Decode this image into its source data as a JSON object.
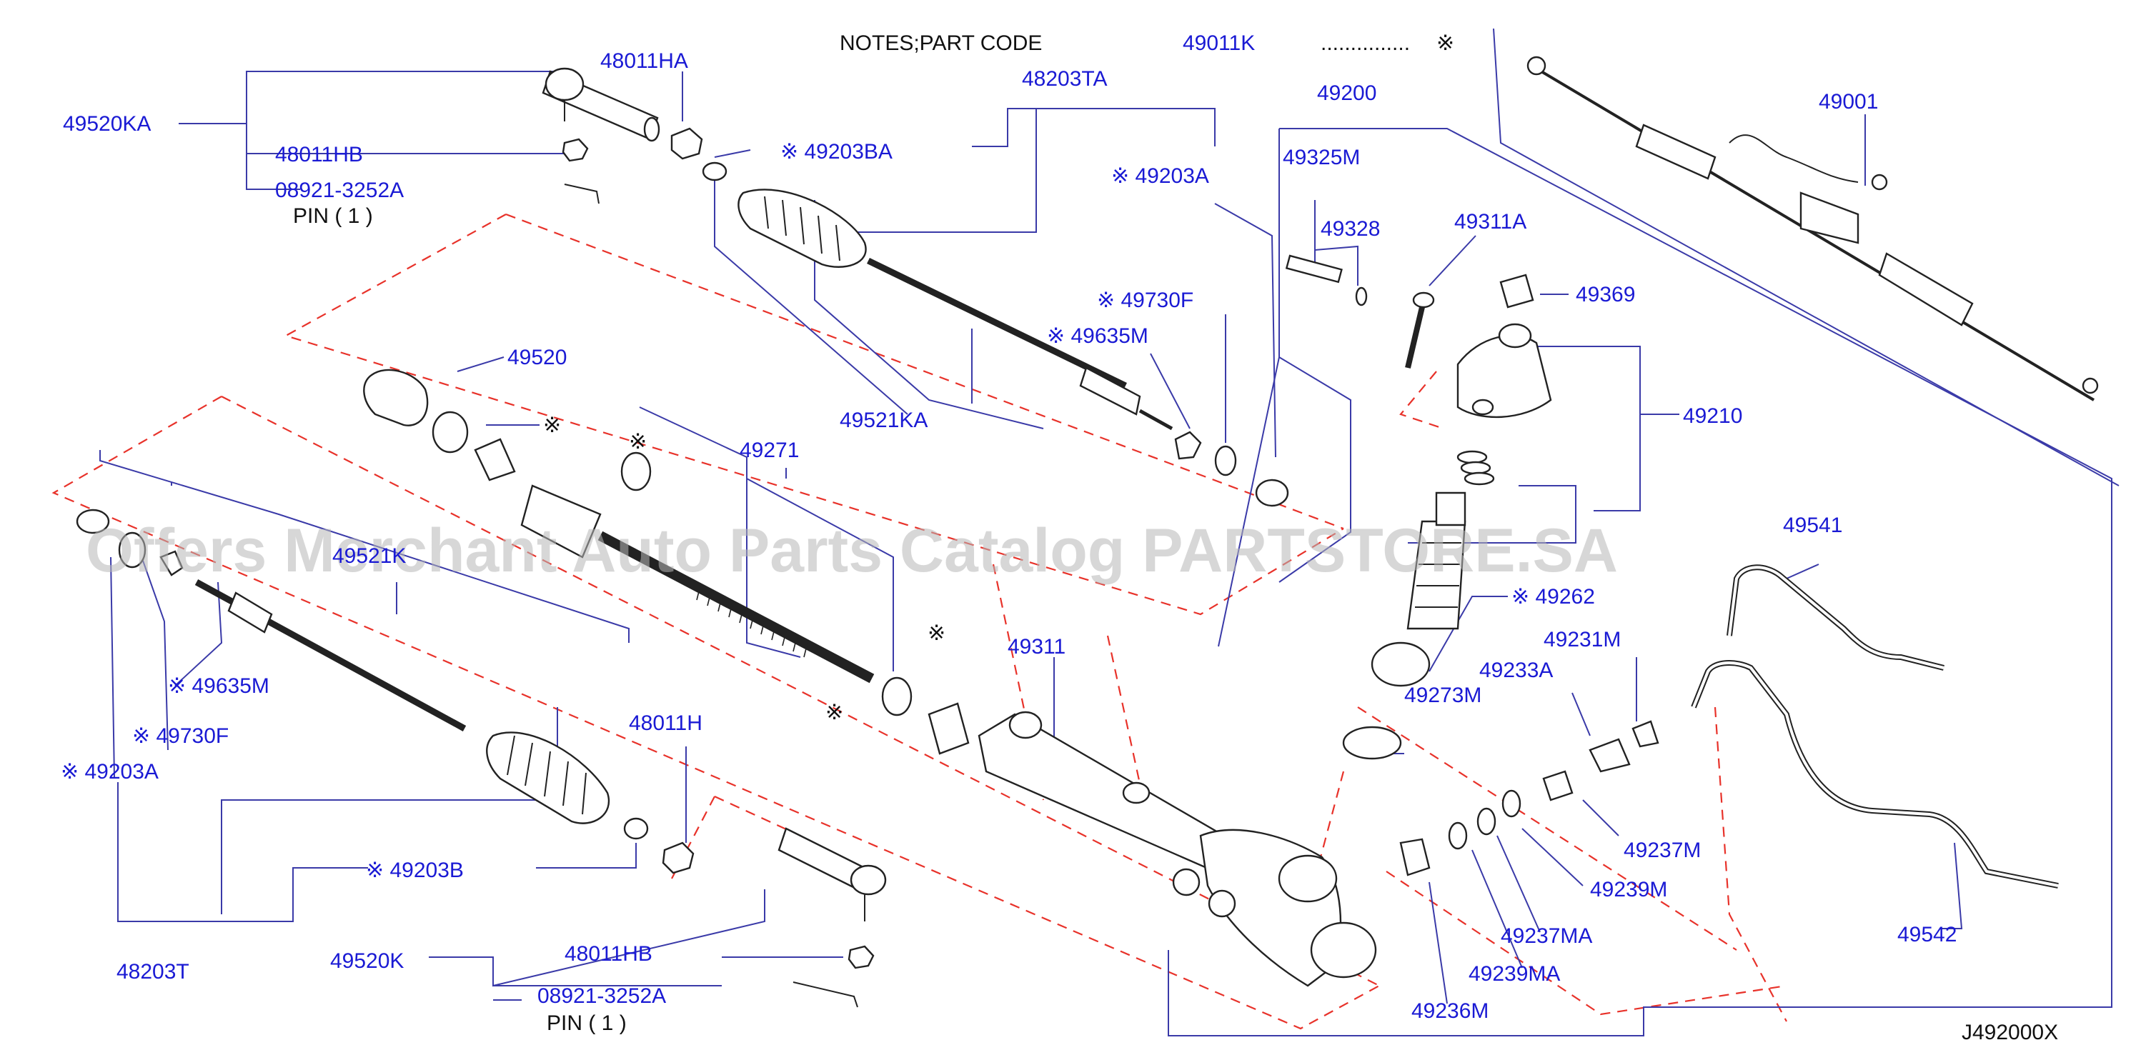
{
  "notes": {
    "prefix": "NOTES;PART   CODE",
    "code": "49011K",
    "dots": "...............",
    "mark": "※"
  },
  "footer_code": "J492000X",
  "watermark": "Offers Merchant Auto Parts Catalog PARTSTORE.SA",
  "labels": {
    "l49520KA": "49520KA",
    "l48011HA": "48011HA",
    "l48011HB_top": "48011HB",
    "l08921_top": "08921-3252A",
    "pin_top": "PIN  ( 1 )",
    "l49203BA": "※ 49203BA",
    "l48203TA": "48203TA",
    "l49200": "49200",
    "l49001": "49001",
    "l49325M": "49325M",
    "l49328": "49328",
    "l49311A": "49311A",
    "l49369": "49369",
    "l49203A_top": "※ 49203A",
    "l49730F_top": "※ 49730F",
    "l49635M_top": "※ 49635M",
    "l49210": "49210",
    "l49520": "49520",
    "l_mark_ring": "※",
    "l_mark_seal": "※",
    "l49271": "49271",
    "l49521KA": "49521KA",
    "l49541": "49541",
    "l49262": "※ 49262",
    "l49231M": "49231M",
    "l49233A": "49233A",
    "l49273M": "49273M",
    "l49311": "49311",
    "l49521K": "49521K",
    "l49635M_bot": "※ 49635M",
    "l49730F_bot": "※ 49730F",
    "l49203A_bot": "※ 49203A",
    "l_mark_b1": "※",
    "l_mark_b2": "※",
    "l48011H": "48011H",
    "l49203B": "※ 49203B",
    "l48203T": "48203T",
    "l49520K": "49520K",
    "l48011HB_bot": "48011HB",
    "l08921_bot": "08921-3252A",
    "pin_bot": "PIN  ( 1 )",
    "l49237M": "49237M",
    "l49239M": "49239M",
    "l49237MA": "49237MA",
    "l49239MA": "49239MA",
    "l49236M": "49236M",
    "l49542": "49542"
  }
}
